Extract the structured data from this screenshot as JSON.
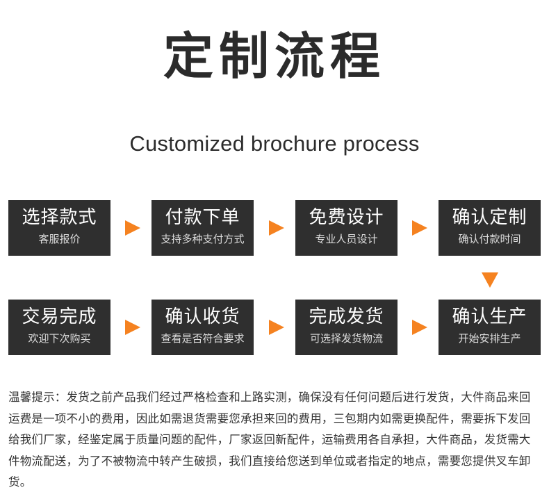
{
  "title": "定制流程",
  "subtitle": "Customized brochure process",
  "accent_color": "#f58220",
  "box_color": "#2f2f2f",
  "steps": [
    {
      "title": "选择款式",
      "desc": "客服报价"
    },
    {
      "title": "付款下单",
      "desc": "支持多种支付方式"
    },
    {
      "title": "免费设计",
      "desc": "专业人员设计"
    },
    {
      "title": "确认定制",
      "desc": "确认付款时间"
    },
    {
      "title": "交易完成",
      "desc": "欢迎下次购买"
    },
    {
      "title": "确认收货",
      "desc": "查看是否符合要求"
    },
    {
      "title": "完成发货",
      "desc": "可选择发货物流"
    },
    {
      "title": "确认生产",
      "desc": "开始安排生产"
    }
  ],
  "arrows": {
    "right_icon": "arrow-right-icon",
    "down_icon": "arrow-down-icon"
  },
  "note": "温馨提示：发货之前产品我们经过严格检查和上路实测，确保没有任何问题后进行发货，大件商品来回运费是一项不小的费用，因此如需退货需要您承担来回的费用，三包期内如需更换配件，需要拆下发回给我们厂家，经鉴定属于质量问题的配件，厂家返回新配件，运输费用各自承担，大件商品，发货需大件物流配送，为了不被物流中转产生破损，我们直接给您送到单位或者指定的地点，需要您提供叉车卸货。"
}
